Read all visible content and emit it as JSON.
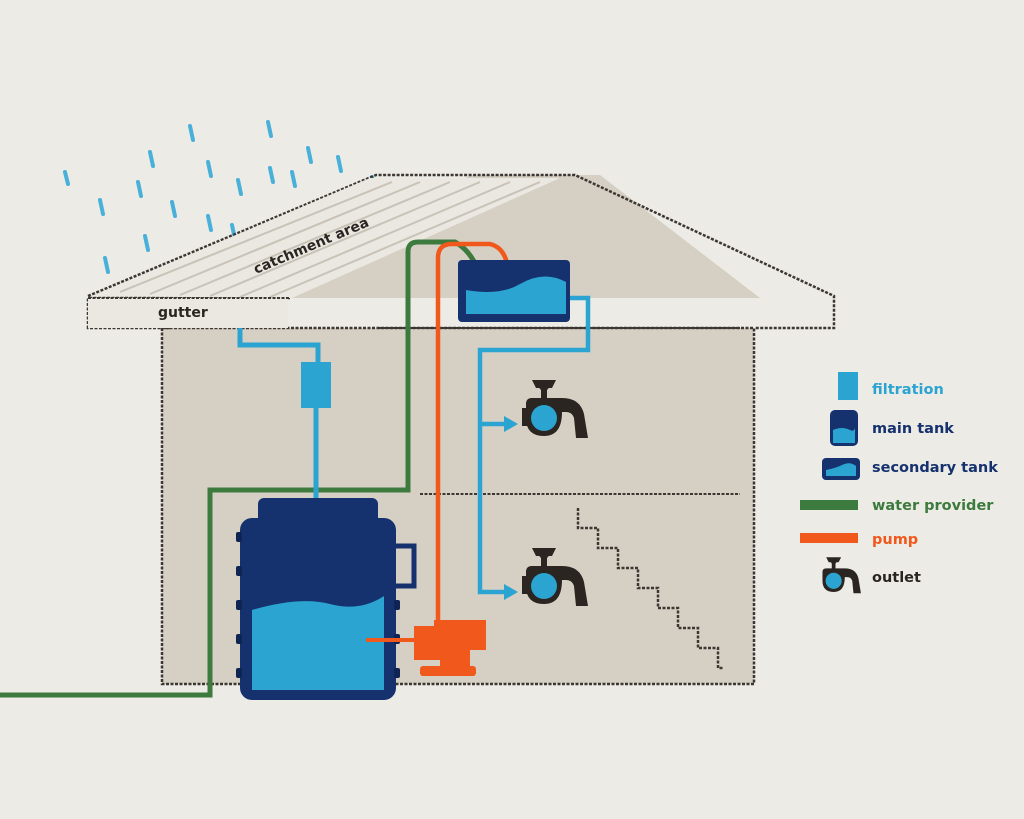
{
  "labels": {
    "catchment": "catchment area",
    "gutter": "gutter"
  },
  "legend": [
    {
      "key": "filtration",
      "text": "filtration",
      "color": "#2ba4d1"
    },
    {
      "key": "main_tank",
      "text": "main tank",
      "color": "#15316e"
    },
    {
      "key": "secondary_tank",
      "text": "secondary tank",
      "color": "#15316e"
    },
    {
      "key": "water_provider",
      "text": "water provider",
      "color": "#3d7a3e"
    },
    {
      "key": "pump",
      "text": "pump",
      "color": "#f0581c"
    },
    {
      "key": "outlet",
      "text": "outlet",
      "color": "#2b2522"
    }
  ],
  "colors": {
    "background": "#ecebe6",
    "house": "#d6d0c4",
    "outline": "#3d3733",
    "water": "#2ba4d1",
    "tank": "#15316e",
    "provider": "#3d7a3e",
    "pump": "#f0581c",
    "tap": "#2b2522"
  }
}
